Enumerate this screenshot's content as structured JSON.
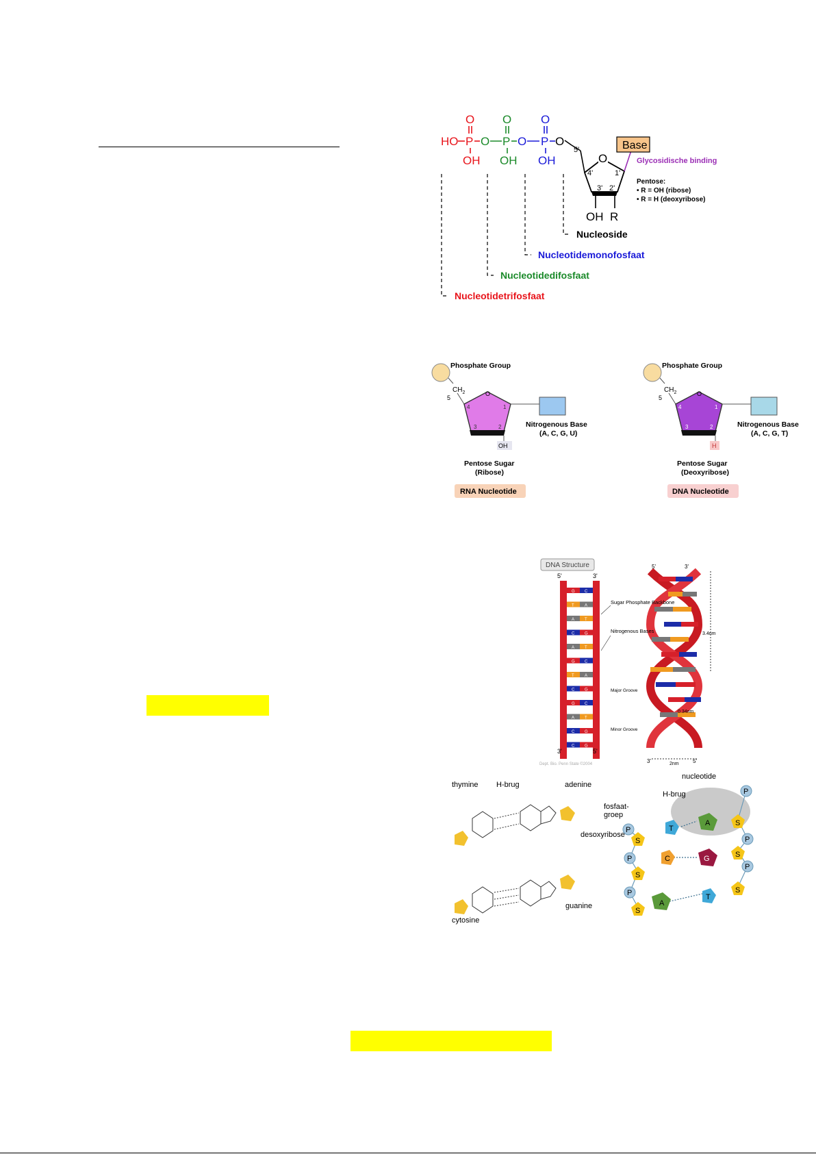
{
  "colors": {
    "phosphate1": "#e8141b",
    "phosphate2": "#1b8a2a",
    "phosphate3": "#1a1ad8",
    "glycosidic": "#9b2fb5",
    "base_box": "#f7c48a",
    "highlight": "#ffff00",
    "rna_sugar": "#e07be8",
    "dna_sugar": "#a745d6",
    "helix_red": "#d6202a"
  },
  "nucleotide_structure": {
    "ho": "HO",
    "p": "P",
    "o": "O",
    "oh": "OH",
    "base": "Base",
    "glycosidic_bond": "Glycosidische binding",
    "pentose_title": "Pentose:",
    "pentose_r_oh": "• R = OH (ribose)",
    "pentose_r_h": "• R = H (deoxyribose)",
    "r": "R",
    "c5": "5'",
    "c4": "4'",
    "c3": "3'",
    "c2": "2'",
    "c1": "1'",
    "nucleoside": "Nucleoside",
    "monofosfaat": "Nucleotidemonofosfaat",
    "difosfaat": "Nucleotidedifosfaat",
    "trifosfaat": "Nucleotidetrifosfaat"
  },
  "rna_dna_nucleotides": {
    "rna": {
      "phosphate": "Phosphate Group",
      "ch2": "CH",
      "ch2_sub": "2",
      "o": "O",
      "base": "Nitrogenous Base",
      "bases": "(A, C, G, U)",
      "sugar": "Pentose Sugar",
      "sugar_name": "(Ribose)",
      "group": "OH",
      "label": "RNA Nucleotide",
      "n5": "5",
      "n4": "4",
      "n3": "3",
      "n2": "2",
      "n1": "1"
    },
    "dna": {
      "phosphate": "Phosphate Group",
      "ch2": "CH",
      "ch2_sub": "2",
      "o": "O",
      "base": "Nitrogenous Base",
      "bases": "(A, C, G, T)",
      "sugar": "Pentose Sugar",
      "sugar_name": "(Deoxyribose)",
      "group": "H",
      "label": "DNA Nucleotide",
      "n5": "5",
      "n4": "4",
      "n3": "3",
      "n2": "2",
      "n1": "1"
    }
  },
  "dna_structure": {
    "title": "DNA Structure",
    "five_prime": "5'",
    "three_prime": "3'",
    "backbone": "Sugar Phosphate Backbone",
    "bases": "Nitrogenous Bases",
    "major": "Major Groove",
    "minor": "Minor Groove",
    "pitch": "3.4nm",
    "rise": "0.34nm",
    "width": "2nm",
    "credit": "Dept. Bio. Penn State ©2004",
    "ladder_pairs": [
      [
        "G",
        "C"
      ],
      [
        "T",
        "A"
      ],
      [
        "A",
        "T"
      ],
      [
        "C",
        "G"
      ],
      [
        "A",
        "T"
      ],
      [
        "G",
        "C"
      ],
      [
        "T",
        "A"
      ],
      [
        "C",
        "G"
      ],
      [
        "G",
        "C"
      ],
      [
        "A",
        "T"
      ],
      [
        "C",
        "G"
      ],
      [
        "C",
        "G"
      ]
    ]
  },
  "base_pairing": {
    "thymine": "thymine",
    "adenine": "adenine",
    "h_brug": "H-brug",
    "desoxyribose": "desoxyribose",
    "cytosine": "cytosine",
    "guanine": "guanine",
    "nucleotide": "nucleotide",
    "fosfaatgroep": "fosfaat-\ngroep",
    "fosfaat1": "fosfaat-",
    "fosfaat2": "groep",
    "p": "P",
    "s": "S",
    "t": "T",
    "a": "A",
    "c": "C",
    "g": "G"
  }
}
